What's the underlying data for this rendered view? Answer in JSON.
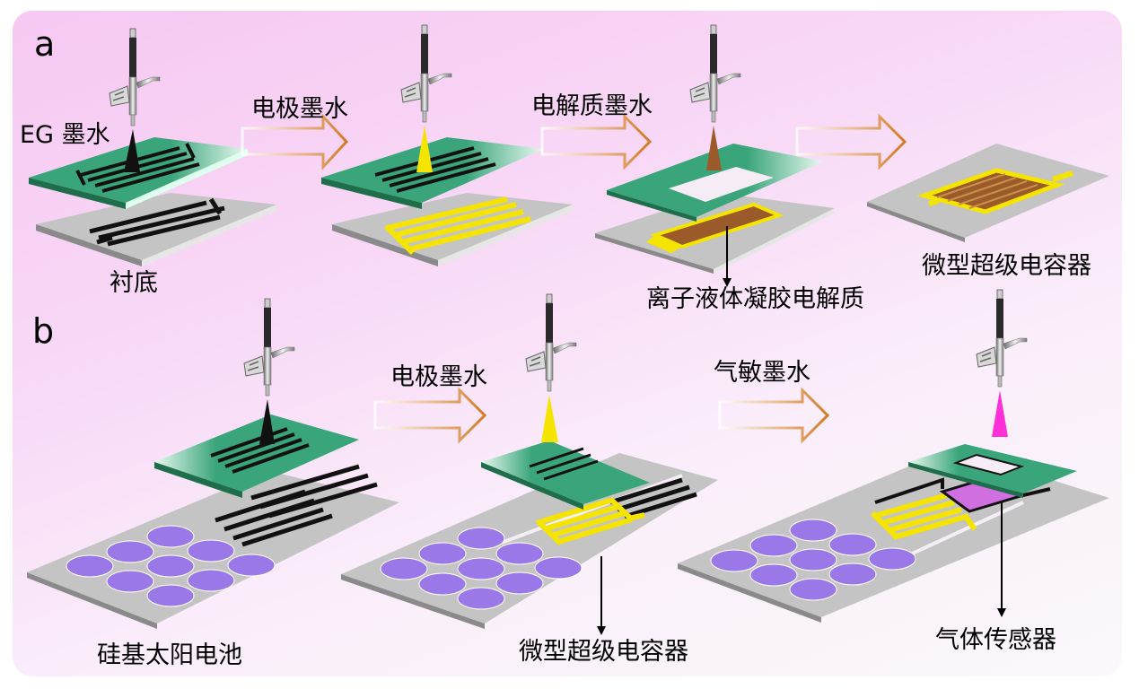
{
  "figure": {
    "panel_a": {
      "letter": "a",
      "ink_label": "EG 墨水",
      "substrate_label": "衬底",
      "step1_label": "电极墨水",
      "step2_label": "电解质墨水",
      "gel_label": "离子液体凝胶电解质",
      "result_label": "微型超级电容器"
    },
    "panel_b": {
      "letter": "b",
      "solar_label": "硅基太阳电池",
      "step1_label": "电极墨水",
      "step2_label": "气敏墨水",
      "supercap_label": "微型超级电容器",
      "sensor_label": "气体传感器"
    },
    "colors": {
      "mask_green": "#3aa57a",
      "substrate_gray": "#c4c4c4",
      "eg_ink": "#111111",
      "electrode_yellow": "#f4e400",
      "electrolyte_brown": "#9a5a2a",
      "gas_ink_magenta": "#ff2fd8",
      "solar_purple": "#9a78e8",
      "arrow_orange": "#d4802a"
    }
  }
}
